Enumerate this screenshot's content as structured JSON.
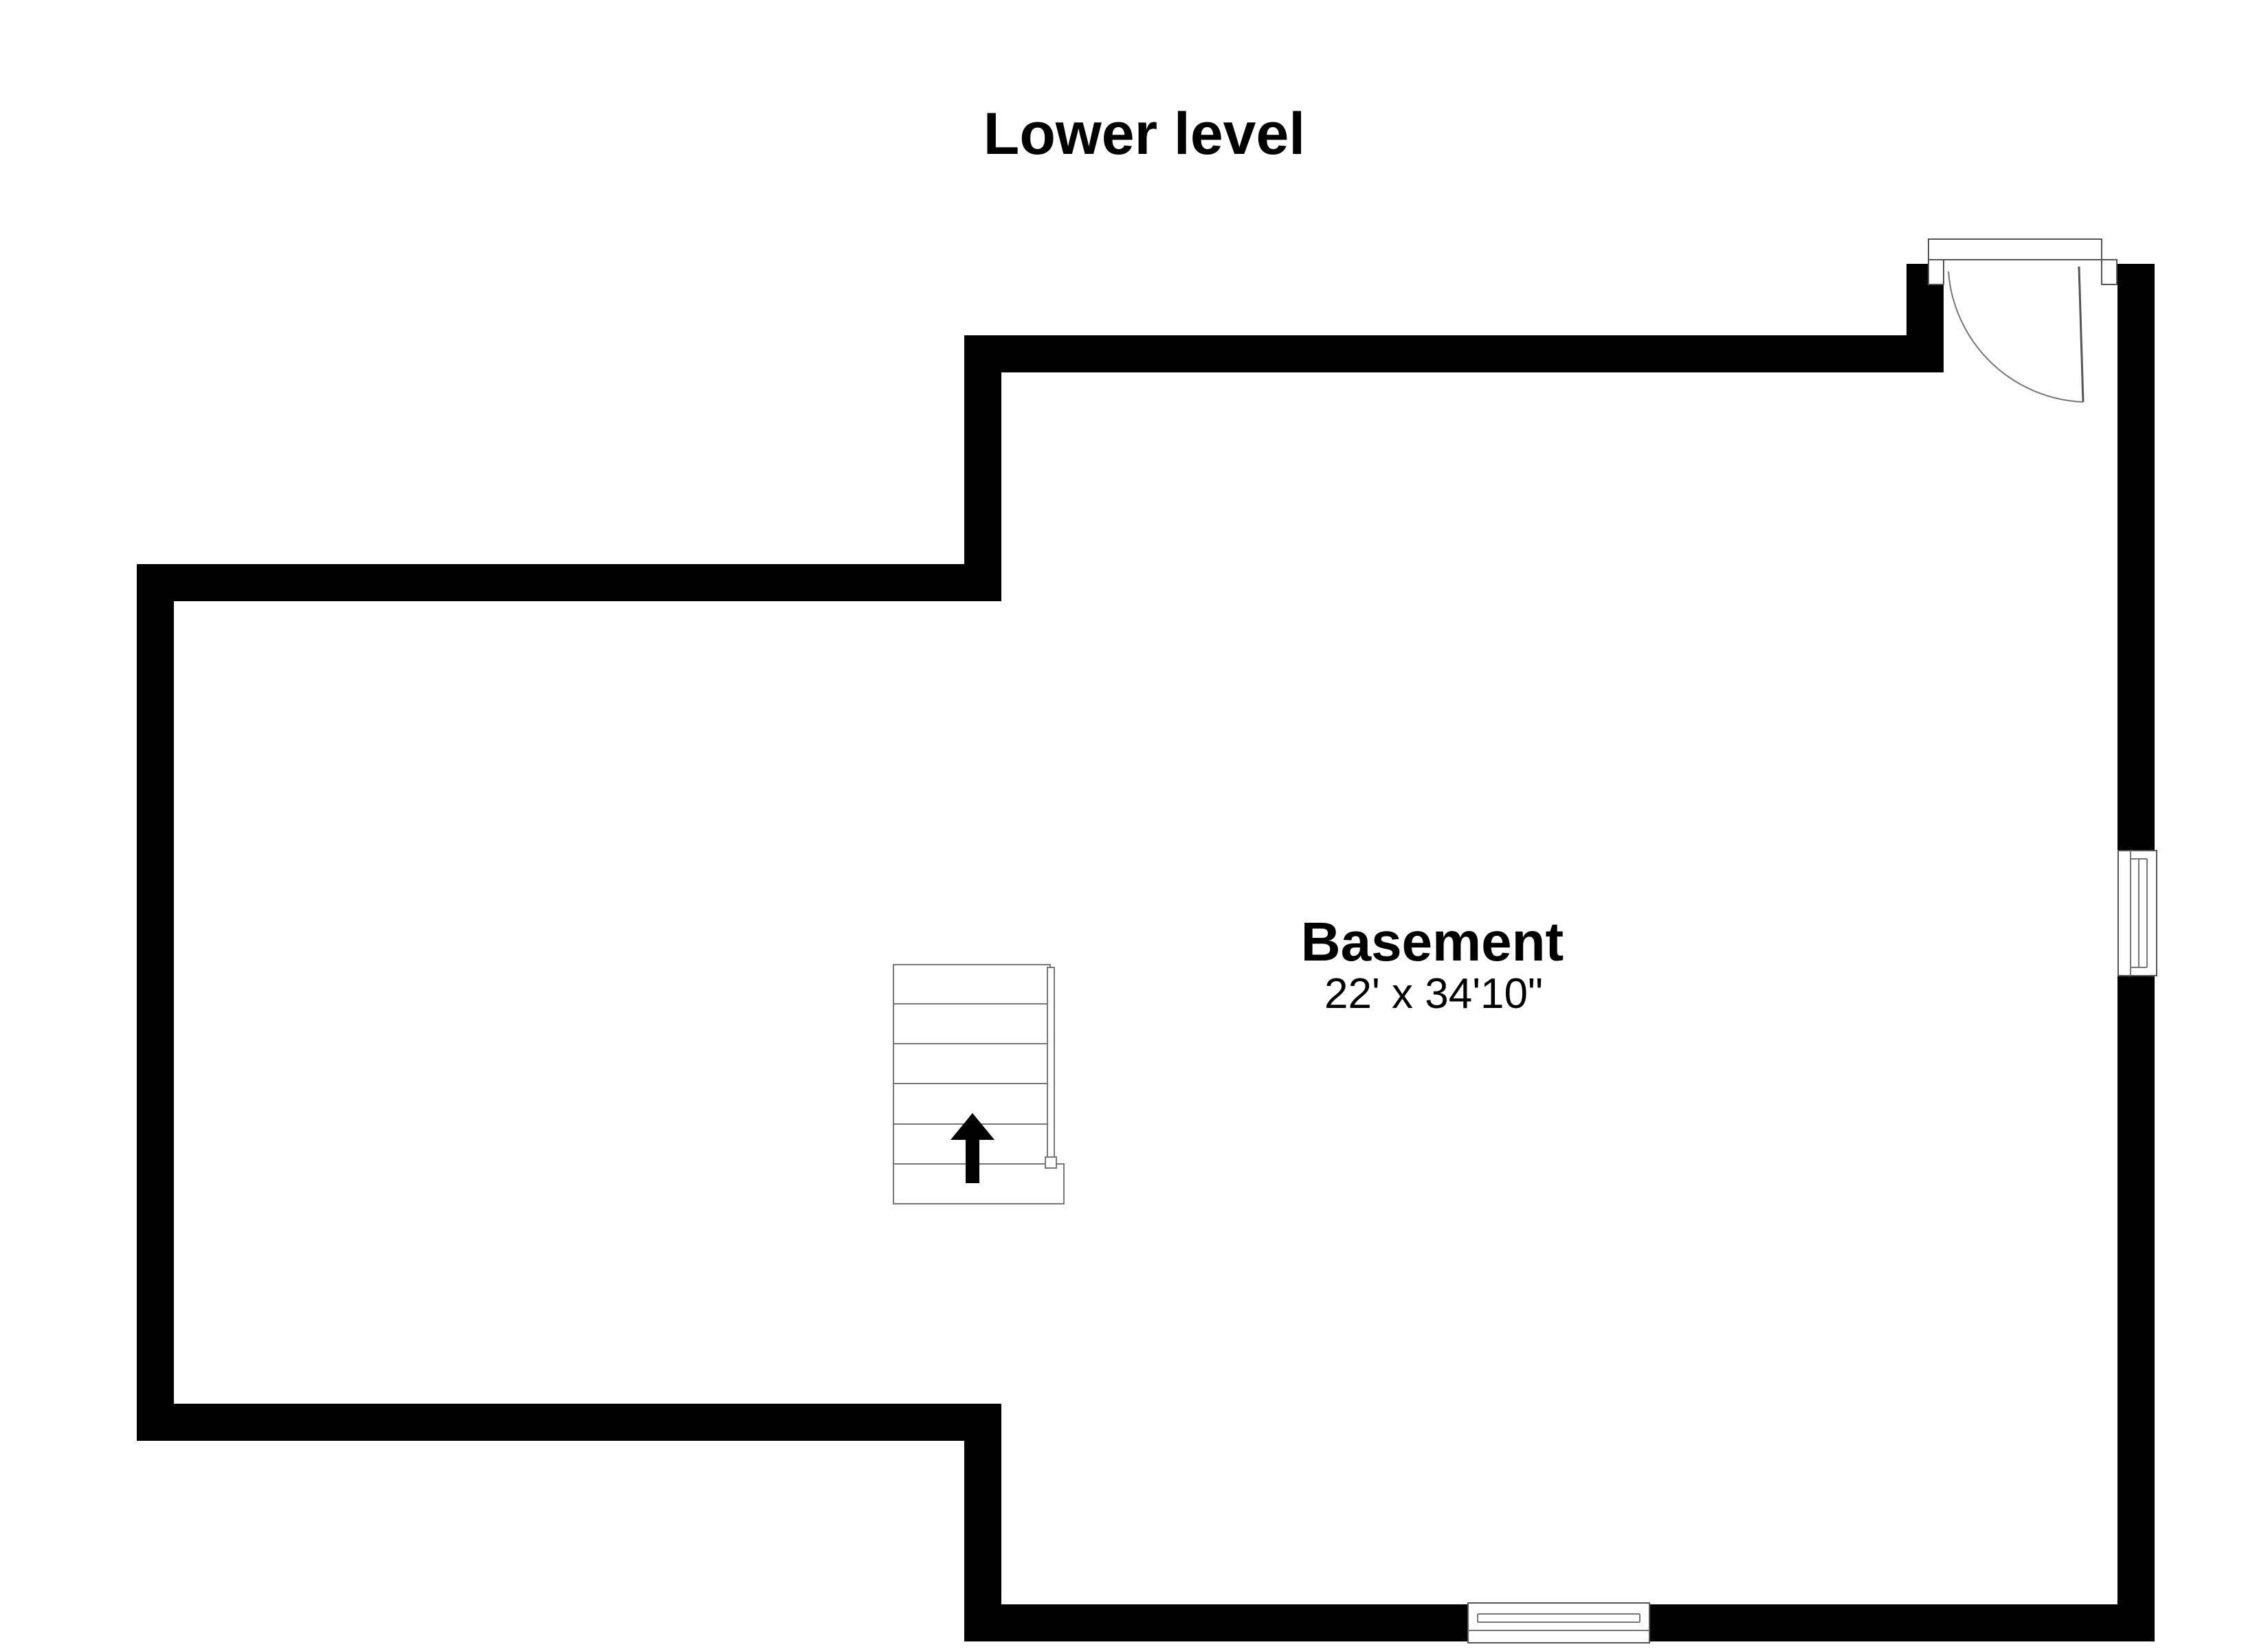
{
  "floor": {
    "title": "Lower level",
    "wall_color": "#000000",
    "background_color": "#ffffff"
  },
  "rooms": [
    {
      "name": "Basement",
      "dimensions": "22' x 34'10\""
    }
  ],
  "features": {
    "stairs_direction": "up",
    "doors": 1,
    "windows": 2
  }
}
